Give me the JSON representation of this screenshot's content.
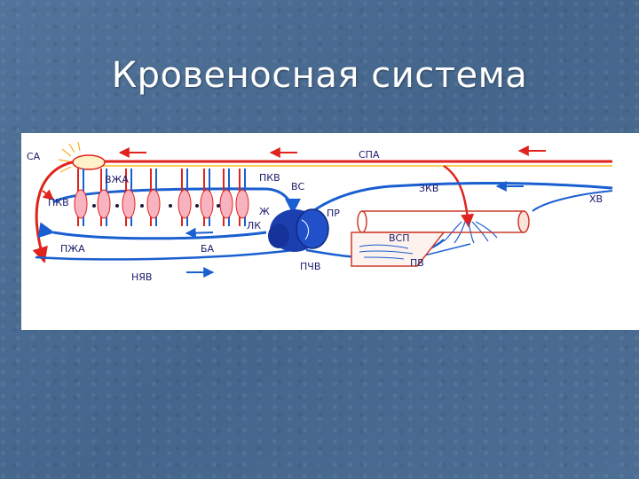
{
  "slide": {
    "title": "Кровеносная система"
  },
  "diagram": {
    "labels": {
      "sa": "СА",
      "vzha": "ВЖА",
      "pkv_left": "ПКВ",
      "pkv_top": "ПКВ",
      "vs": "ВС",
      "spa": "СПА",
      "zkv": "ЗКВ",
      "hv": "ХВ",
      "pr": "ПР",
      "zh": "Ж",
      "lk": "ЛК",
      "vsp": "ВСП",
      "pzha": "ПЖА",
      "ba": "БА",
      "pchv": "ПЧВ",
      "pv": "ПВ",
      "nyav": "НЯВ"
    },
    "colors": {
      "artery": "#e0231c",
      "vein": "#1a5fd0",
      "heart": "#1c3fb0",
      "outline": "#cc3b2a"
    }
  }
}
